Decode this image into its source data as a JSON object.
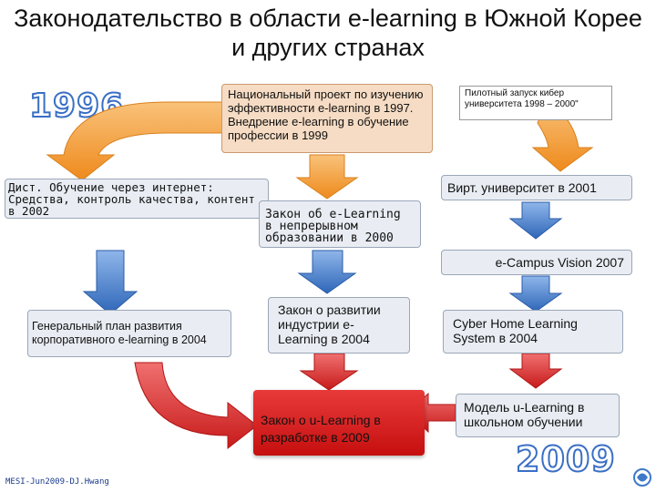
{
  "title": "Законодательство в области e-learning в Южной Корее и других странах",
  "year_start": "1996",
  "year_end": "2009",
  "national_project": "Национальный проект по изучению эффективности e-learning в 1997. Внедрение e-learning в обучение профессии в 1999",
  "pilot_note": "Пилотный запуск кибер университета 1998 – 2000\"",
  "distance_learning": "Дист. Обучение через интернет: Средства, контроль качества, контент в 2002",
  "elearning_law": "Закон об e-Learning в непрерывном образовании в 2000",
  "virtual_university": "Вирт. университет в 2001",
  "ecampus": "e-Campus Vision 2007",
  "corporate_plan": "Генеральный план развития корпоративного e-learning в 2004",
  "industry_law": "Закон о развитии индустрии e-Learning в 2004",
  "cyber_home": "Cyber Home Learning System в 2004",
  "ulearning_law": "Закон о u-Learning в разработке в 2009",
  "ulearning_model": "Модель u-Learning в школьном обучении",
  "footer": "MESI-Jun2009-DJ.Hwang",
  "colors": {
    "orange": "#f39a2e",
    "blue": "#3d79c9",
    "red": "#d42a2a",
    "year": "#3a6fc4"
  }
}
